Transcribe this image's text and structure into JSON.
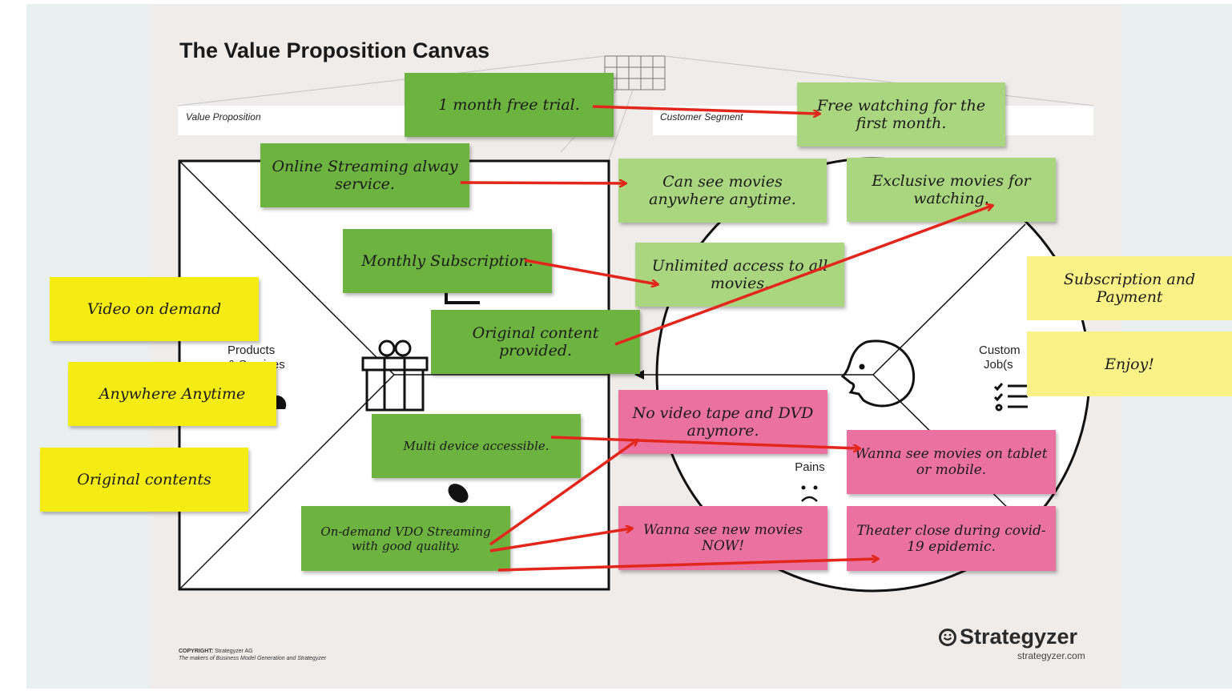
{
  "page": {
    "title": "The Value Proposition Canvas",
    "value_proposition_label": "Value Proposition",
    "customer_segment_label": "Customer Segment",
    "copyright_label": "COPYRIGHT:",
    "copyright_holder": "Strategyzer AG",
    "copyright_tagline": "The makers of Business Model Generation and Strategyzer",
    "brand_name": "Strategyzer",
    "brand_url": "strategyzer.com"
  },
  "section_labels": {
    "products": "Products",
    "products_services_partial": "& Services",
    "customer_jobs_line1": "Custom",
    "customer_jobs_line2": "Job(s",
    "pains": "Pains"
  },
  "notes": {
    "free_trial": "1 month free trial.",
    "free_watching": "Free watching for the first month.",
    "online_streaming": "Online Streaming alway service.",
    "see_movies_anywhere": "Can see movies anywhere anytime.",
    "exclusive_movies": "Exclusive movies for watching.",
    "monthly_subscription": "Monthly Subscription.",
    "unlimited_access": "Unlimited access to all movies.",
    "original_content_provided": "Original content provided.",
    "multi_device": "Multi device accessible.",
    "on_demand_vdo": "On-demand VDO Streaming with good quality.",
    "no_video_tape": "No video tape and DVD anymore.",
    "wanna_tablet": "Wanna see movies on tablet or mobile.",
    "wanna_new_movies": "Wanna see new movies NOW!",
    "theater_close": "Theater close during covid-19 epidemic.",
    "video_on_demand": "Video on demand",
    "anywhere_anytime": "Anywhere Anytime",
    "original_contents": "Original contents",
    "subscription_payment": "Subscription and Payment",
    "enjoy": "Enjoy!"
  },
  "colors": {
    "dark_green": "#6cb33f",
    "light_green": "#a9d67f",
    "pink": "#eb72a0",
    "yellow": "#f4ec12",
    "pale_yellow": "#fbf287",
    "arrow_red": "#e3261c"
  },
  "icons": [
    "gift-icon",
    "face-icon",
    "checklist-icon",
    "sad-face-icon",
    "strategyzer-logo-icon"
  ]
}
